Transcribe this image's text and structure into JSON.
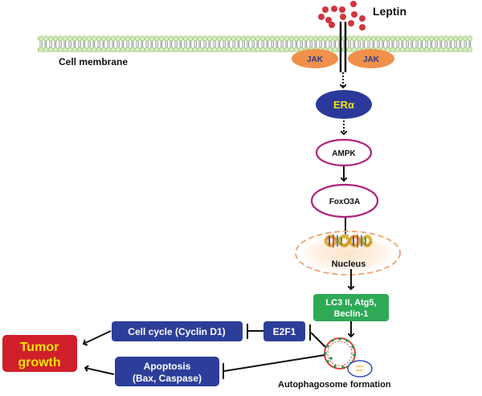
{
  "labels": {
    "leptin": "Leptin",
    "cell_membrane": "Cell membrane",
    "jak_left": "JAK",
    "jak_right": "JAK",
    "er_alpha": "ERα",
    "ampk": "AMPK",
    "foxo3a": "FoxO3A",
    "nucleus": "Nucleus",
    "autophagy_genes_line1": "LC3 II, Atg5,",
    "autophagy_genes_line2": "Beclin-1",
    "e2f1": "E2F1",
    "cell_cycle": "Cell cycle (Cyclin D1)",
    "apoptosis_line1": "Apoptosis",
    "apoptosis_line2": "(Bax, Caspase)",
    "tumor_growth_line1": "Tumor",
    "tumor_growth_line2": "growth",
    "autophagosome": "Autophagosome formation"
  },
  "colors": {
    "leptin_dot": "#d1343e",
    "membrane_green": "#b8d89a",
    "membrane_grey": "#9aa39a",
    "jak_fill": "#f0904a",
    "jak_text": "#2a3a8c",
    "er_fill": "#2b3a9a",
    "er_text": "#f2e500",
    "ampk_stroke": "#b0207e",
    "nucleus_dash": "#f0a070",
    "green_box": "#2eaa56",
    "blue_box": "#2c3e9a",
    "red_box": "#d01f2a",
    "yellow_text": "#f5e400",
    "autophagosome_red": "#e0403a",
    "autophagosome_green": "#18a24a",
    "lysosome_blue": "#3a4eaa",
    "lysosome_yellow": "#f5c060"
  }
}
